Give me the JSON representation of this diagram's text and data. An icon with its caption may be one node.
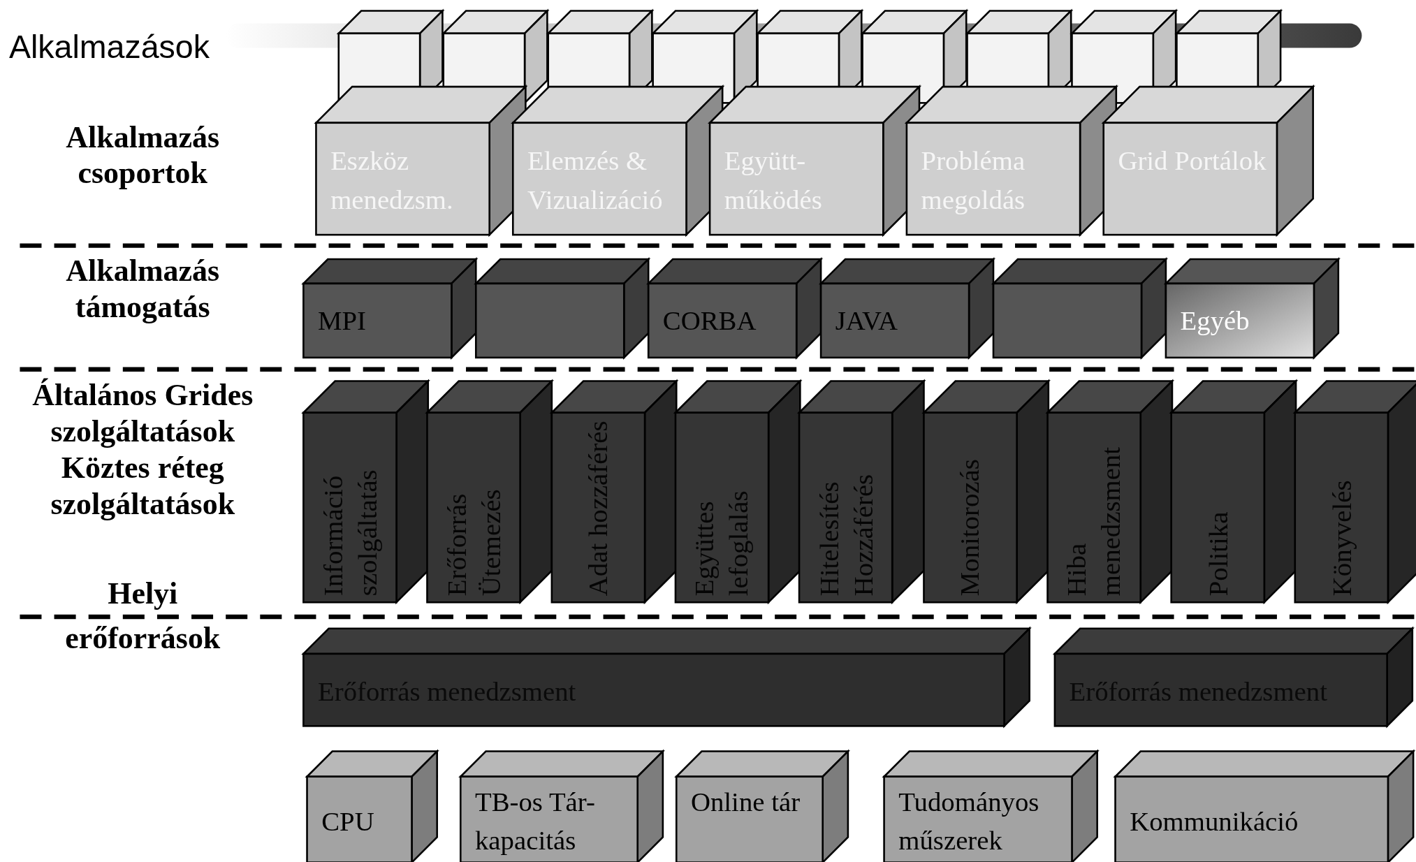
{
  "diagram": {
    "nodes": [
      {
        "text": [],
        "shape": "box"
      },
      {
        "text": [],
        "shape": "box"
      },
      {
        "text": [],
        "shape": "box"
      },
      {
        "text": [],
        "shape": "box"
      },
      {
        "text": [],
        "shape": "box"
      },
      {
        "text": [],
        "shape": "box"
      },
      {
        "text": [],
        "shape": "box"
      },
      {
        "text": [],
        "shape": "box"
      },
      {
        "text": [],
        "shape": "box"
      },
      {
        "text": [
          "Eszköz menedzsm."
        ]
      },
      {
        "text": [
          "Elemzés & Vizualizáció"
        ]
      },
      {
        "text": [
          "Együtt-működés"
        ]
      },
      {
        "text": [
          "Probléma megoldás"
        ]
      },
      {
        "text": [
          "Grid Portálok"
        ]
      },
      {
        "text": [
          "MPI"
        ]
      },
      {
        "text": [],
        "shape": "box"
      },
      {
        "text": [
          "CORBA"
        ]
      },
      {
        "text": [
          "JAVA"
        ]
      },
      {
        "text": [],
        "shape": "box"
      },
      {
        "text": [
          "Egyéb"
        ]
      },
      {
        "text": [
          "Információ szolgáltatás"
        ]
      },
      {
        "text": [
          "Erőforrás Ütemezés"
        ]
      },
      {
        "text": [
          "Adat hozzáférés"
        ]
      },
      {
        "text": [
          "Együttes lefoglalás"
        ]
      },
      {
        "text": [
          "Hitelesítés Hozzáférés"
        ]
      },
      {
        "text": [
          "Monitorozás"
        ]
      },
      {
        "text": [
          "Hiba menedzsment"
        ]
      },
      {
        "text": [
          "Politika"
        ]
      },
      {
        "text": [
          "Könyvelés"
        ]
      },
      {
        "text": [
          "Erőforrás menedzsment"
        ]
      },
      {
        "text": [
          "Erőforrás menedzsment"
        ]
      },
      {
        "text": [
          "CPU"
        ]
      },
      {
        "text": [
          "TB-os Tár-kapacitás"
        ]
      },
      {
        "text": [
          "Online tár"
        ]
      },
      {
        "text": [
          "Tudományos műszerek"
        ]
      },
      {
        "text": [
          "Kommunikáció"
        ]
      },
      {
        "text": [],
        "shape": "bar"
      }
    ],
    "labels": [
      "Alkalmazások",
      "Alkalmazás csoportok",
      "Alkalmazás támogatás",
      "Általános Grides szolgáltatások",
      "Köztes réteg szolgáltatások",
      "Helyi erőforrások"
    ]
  }
}
